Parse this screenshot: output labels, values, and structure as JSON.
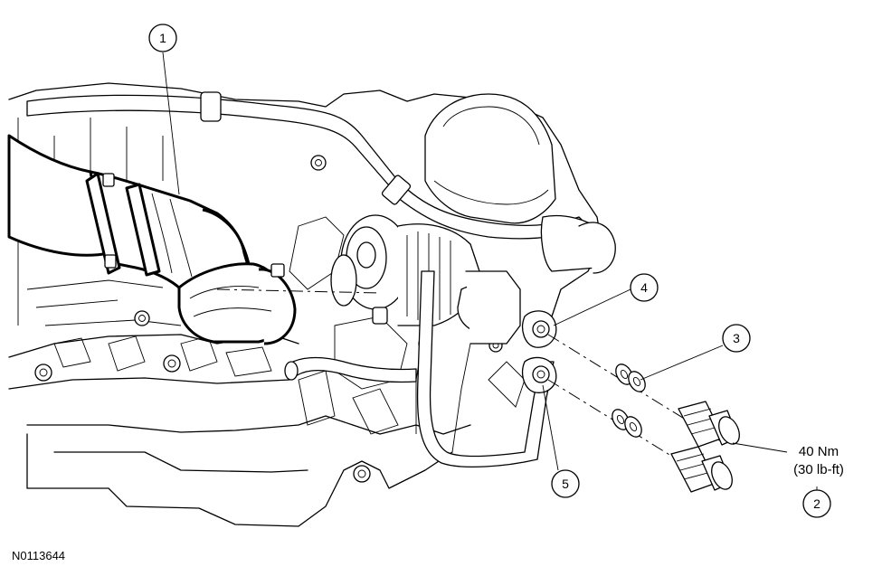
{
  "figure_id": "N0113644",
  "callouts": [
    {
      "num": "1",
      "item": "hose"
    },
    {
      "num": "2",
      "item": "fitting-bolt"
    },
    {
      "num": "3",
      "item": "washers"
    },
    {
      "num": "4",
      "item": "upper-port"
    },
    {
      "num": "5",
      "item": "lower-port"
    }
  ],
  "torque": {
    "metric": "40 Nm",
    "imperial": "(30 lb-ft)"
  }
}
